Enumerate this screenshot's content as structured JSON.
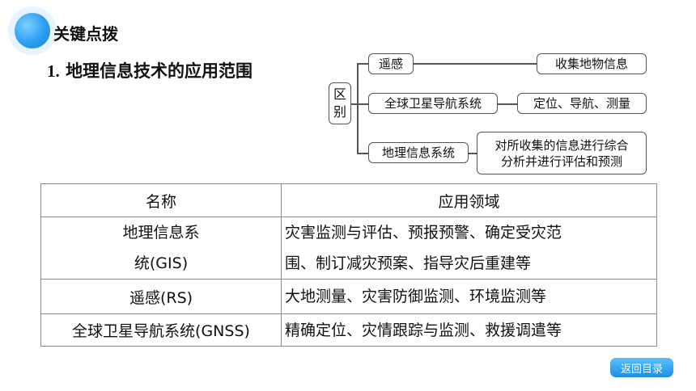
{
  "header": {
    "title": "关键点拨"
  },
  "topic": {
    "number": "1.",
    "text": "地理信息技术的应用范围"
  },
  "diagram": {
    "root": [
      "区",
      "别"
    ],
    "branches": [
      {
        "tech": "遥感",
        "use": "收集地物信息"
      },
      {
        "tech": "全球卫星导航系统",
        "use": "定位、导航、测量"
      },
      {
        "tech": "地理信息系统",
        "use_lines": [
          "对所收集的信息进行综合",
          "分析并进行评估和预测"
        ]
      }
    ]
  },
  "table": {
    "headers": [
      "名称",
      "应用领域"
    ],
    "rows": [
      {
        "name_lines": [
          "地理信息系",
          "统(GIS)"
        ],
        "use_lines": [
          "灾害监测与评估、预报预警、确定受灾范",
          "围、制订减灾预案、指导灾后重建等"
        ]
      },
      {
        "name_lines": [
          "遥感(RS)"
        ],
        "use_lines": [
          "大地测量、灾害防御监测、环境监测等"
        ]
      },
      {
        "name_lines": [
          "全球卫星导航系统(GNSS)"
        ],
        "use_lines": [
          "精确定位、灾情跟踪与监测、救援调遣等"
        ]
      }
    ]
  },
  "footer": {
    "back_label": "返回目录"
  }
}
